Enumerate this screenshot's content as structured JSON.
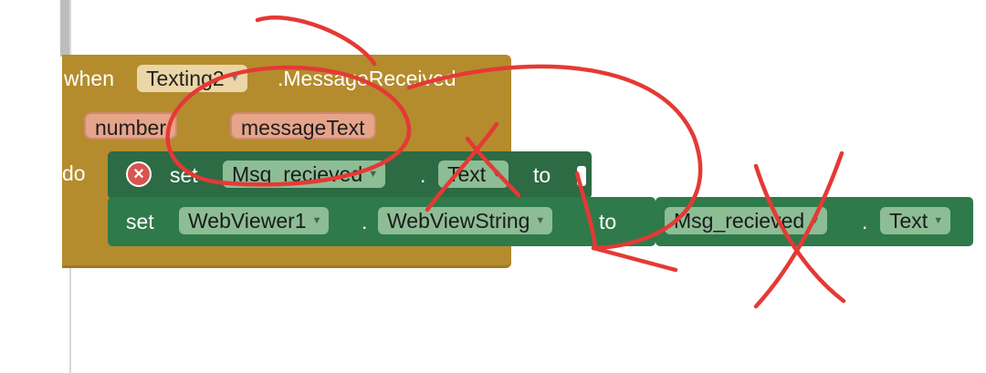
{
  "event_block": {
    "when_label": "when",
    "component": "Texting2",
    "event_name": ".MessageReceived",
    "params": [
      "number",
      "messageText"
    ],
    "do_label": "do"
  },
  "set_block_1": {
    "set_label": "set",
    "component": "Msg_recieved",
    "dot": ".",
    "property": "Text",
    "to_label": "to"
  },
  "set_block_2": {
    "set_label": "set",
    "component": "WebViewer1",
    "dot": ".",
    "property": "WebViewString",
    "to_label": "to"
  },
  "getter_block": {
    "component": "Msg_recieved",
    "dot": ".",
    "property": "Text"
  },
  "icons": {
    "error": "error-x-icon",
    "dropdown": "dropdown-arrow-icon"
  },
  "colors": {
    "event_block": "#b48c2e",
    "component_block": "#2f7a4a",
    "param_pill": "#e6a48a",
    "annotation": "#e53935"
  }
}
